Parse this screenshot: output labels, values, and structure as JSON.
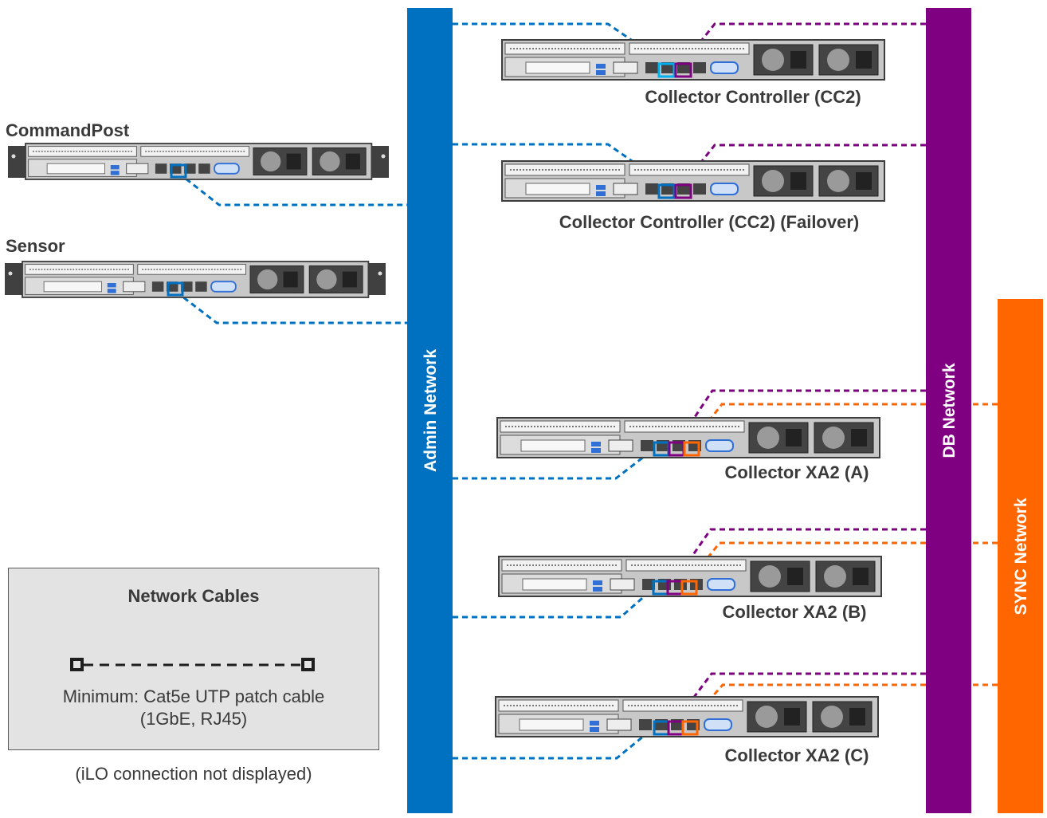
{
  "title": "",
  "colors": {
    "admin": "#0070C0",
    "db": "#7F0080",
    "sync": "#FF6600",
    "legend_bg": "#e3e3e3"
  },
  "networks": {
    "admin": {
      "label": "Admin Network"
    },
    "db": {
      "label": "DB Network"
    },
    "sync": {
      "label": "SYNC Network"
    }
  },
  "servers": {
    "commandpost": {
      "label": "CommandPost",
      "connections": [
        "admin"
      ]
    },
    "sensor": {
      "label": "Sensor",
      "connections": [
        "admin"
      ]
    },
    "cc2": {
      "label": "Collector Controller (CC2)",
      "connections": [
        "admin",
        "db"
      ]
    },
    "cc2_failover": {
      "label": "Collector Controller (CC2) (Failover)",
      "connections": [
        "admin",
        "db"
      ]
    },
    "xa2_a": {
      "label": "Collector XA2 (A)",
      "connections": [
        "admin",
        "db",
        "sync"
      ]
    },
    "xa2_b": {
      "label": "Collector XA2 (B)",
      "connections": [
        "admin",
        "db",
        "sync"
      ]
    },
    "xa2_c": {
      "label": "Collector XA2 (C)",
      "connections": [
        "admin",
        "db",
        "sync"
      ]
    }
  },
  "legend": {
    "title": "Network Cables",
    "line1": "Minimum: Cat5e UTP patch cable",
    "line2": "(1GbE, RJ45)"
  },
  "note": "(iLO connection not displayed)"
}
